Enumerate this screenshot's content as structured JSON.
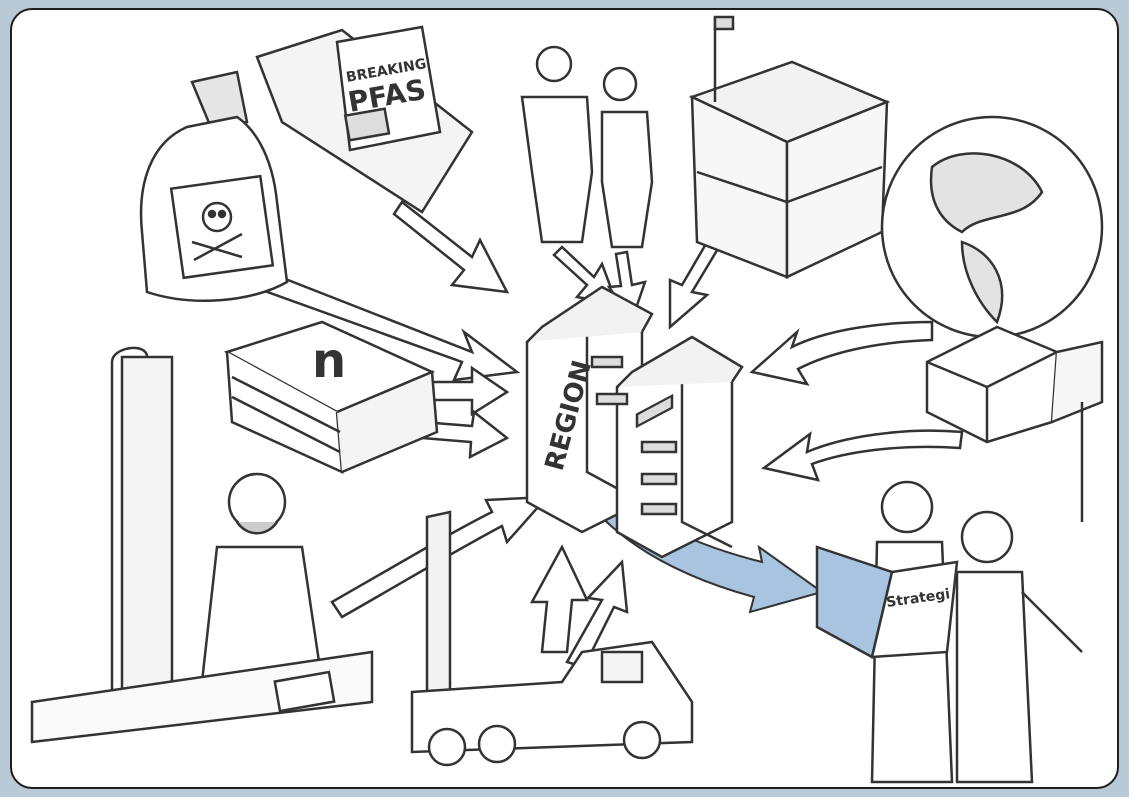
{
  "illustration": {
    "colors": {
      "background": "#b9c9d6",
      "paper": "#ffffff",
      "ink": "#333333",
      "accent_blue": "#a9c4e0"
    },
    "newspaper": {
      "headline_top": "BREAKING",
      "headline_main": "PFAS"
    },
    "building": {
      "sign": "REGION"
    },
    "report": {
      "cover_text": "Strategi"
    },
    "books": {
      "cover_letter": "n"
    },
    "icons": [
      "poison-bottle-icon",
      "newspaper-icon",
      "people-icon",
      "soil-sample-icon",
      "globe-icon",
      "building-icon",
      "drill-truck-icon",
      "scientist-icon",
      "report-book-icon"
    ]
  }
}
